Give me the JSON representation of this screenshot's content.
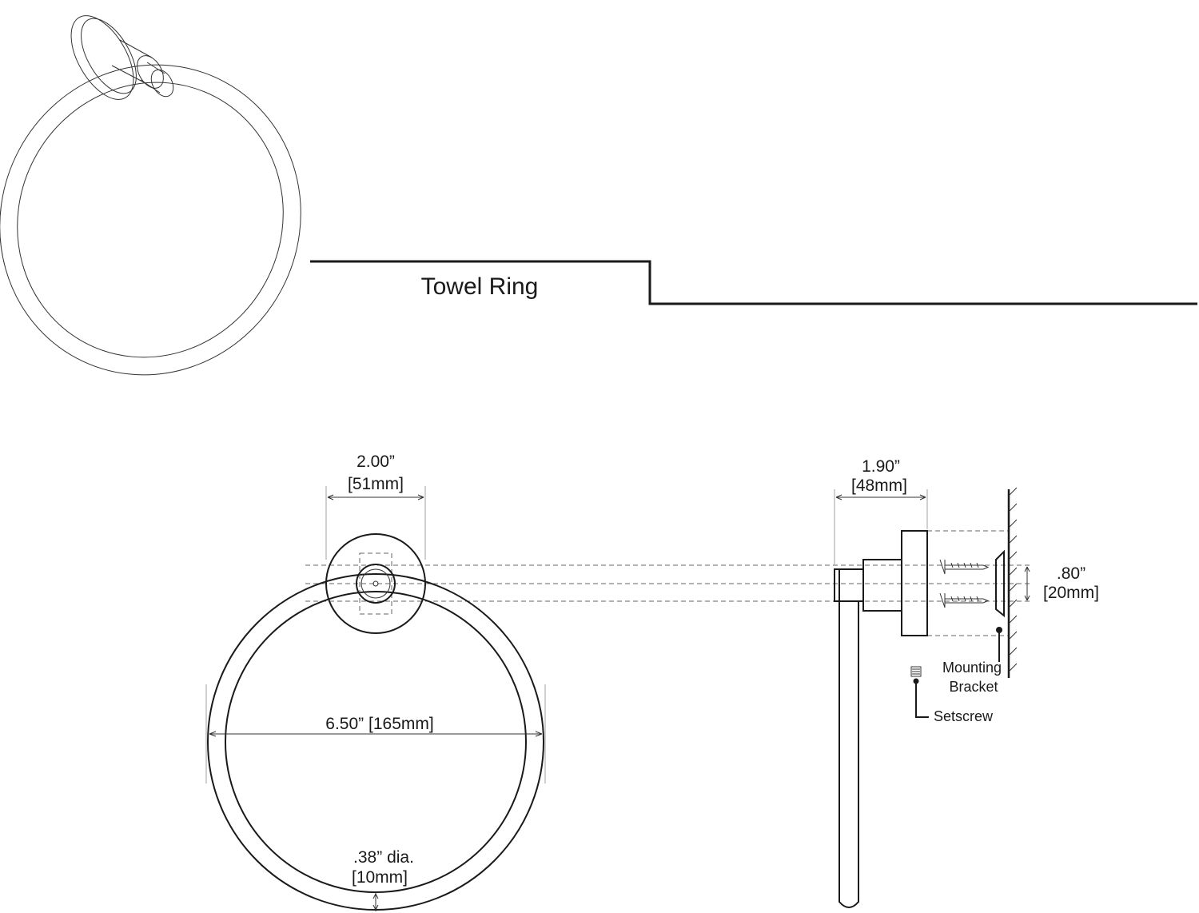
{
  "title": "Towel Ring",
  "front_view": {
    "flange_width_in": "2.00”",
    "flange_width_mm": "[51mm]",
    "ring_diameter": "6.50” [165mm]",
    "rod_dia_in": ".38” dia.",
    "rod_dia_mm": "[10mm]"
  },
  "side_view": {
    "projection_in": "1.90”",
    "projection_mm": "[48mm]",
    "bracket_height_in": ".80”",
    "bracket_height_mm": "[20mm]",
    "mounting_bracket_line1": "Mounting",
    "mounting_bracket_line2": "Bracket",
    "setscrew": "Setscrew"
  }
}
